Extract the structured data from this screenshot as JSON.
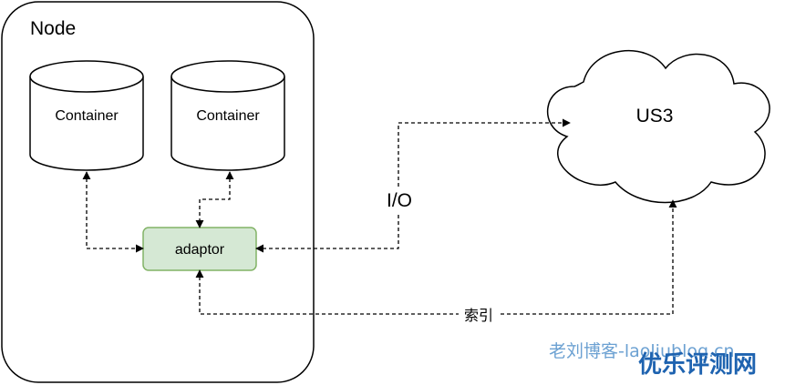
{
  "node": {
    "title": "Node"
  },
  "containers": [
    {
      "label": "Container"
    },
    {
      "label": "Container"
    }
  ],
  "adaptor": {
    "label": "adaptor",
    "fill": "#d5e8d4",
    "stroke": "#82b366"
  },
  "cloud": {
    "label": "US3"
  },
  "edges": {
    "io_label": "I/O",
    "index_label": "索引"
  },
  "watermark": {
    "blog": "老刘博客-laoliublog.cn",
    "site": "优乐评测网"
  }
}
